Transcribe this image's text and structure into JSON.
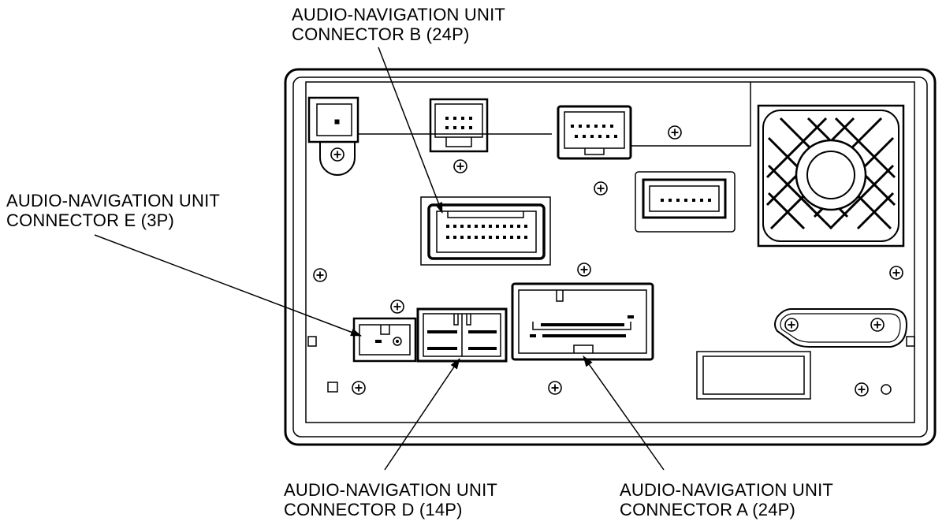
{
  "callouts": {
    "connector_b": {
      "line1": "AUDIO-NAVIGATION UNIT",
      "line2": "CONNECTOR B (24P)"
    },
    "connector_e": {
      "line1": "AUDIO-NAVIGATION UNIT",
      "line2": "CONNECTOR E (3P)"
    },
    "connector_d": {
      "line1": "AUDIO-NAVIGATION UNIT",
      "line2": "CONNECTOR D (14P)"
    },
    "connector_a": {
      "line1": "AUDIO-NAVIGATION UNIT",
      "line2": "CONNECTOR A (24P)"
    }
  },
  "colors": {
    "line": "#000000",
    "background": "#ffffff"
  }
}
